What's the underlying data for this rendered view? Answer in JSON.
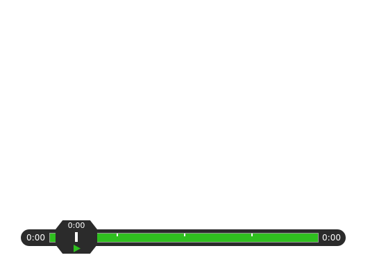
{
  "player": {
    "current_time": "0:00",
    "duration": "0:00",
    "playhead_time": "0:00",
    "progress": 0.0,
    "accent_color": "#2fbf1f",
    "bar_color": "#2b2b2b",
    "play_icon": "play-icon"
  }
}
